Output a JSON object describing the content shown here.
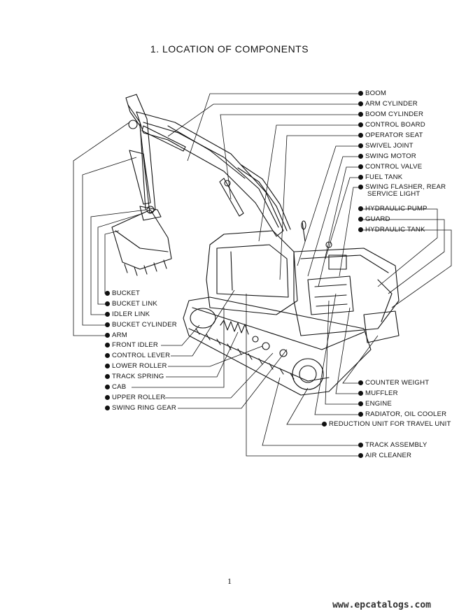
{
  "title": "1.   LOCATION OF COMPONENTS",
  "right_labels": [
    {
      "id": "boom",
      "text": "BOOM"
    },
    {
      "id": "arm-cylinder",
      "text": "ARM CYLINDER"
    },
    {
      "id": "boom-cylinder",
      "text": "BOOM CYLINDER"
    },
    {
      "id": "control-board",
      "text": "CONTROL BOARD"
    },
    {
      "id": "operator-seat",
      "text": "OPERATOR SEAT"
    },
    {
      "id": "swivel-joint",
      "text": "SWIVEL JOINT"
    },
    {
      "id": "swing-motor",
      "text": "SWING MOTOR"
    },
    {
      "id": "control-valve",
      "text": "CONTROL VALVE"
    },
    {
      "id": "fuel-tank",
      "text": "FUEL TANK"
    },
    {
      "id": "swing-flasher",
      "text": "SWING FLASHER, REAR",
      "text2": "SERVICE LIGHT"
    },
    {
      "id": "hydraulic-pump",
      "text": "HYDRAULIC PUMP"
    },
    {
      "id": "guard",
      "text": "GUARD"
    },
    {
      "id": "hydraulic-tank",
      "text": "HYDRAULIC TANK"
    }
  ],
  "left_labels": [
    {
      "id": "bucket",
      "text": "BUCKET"
    },
    {
      "id": "bucket-link",
      "text": "BUCKET LINK"
    },
    {
      "id": "idler-link",
      "text": "IDLER LINK"
    },
    {
      "id": "bucket-cylinder",
      "text": "BUCKET CYLINDER"
    },
    {
      "id": "arm",
      "text": "ARM"
    },
    {
      "id": "front-idler",
      "text": "FRONT IDLER"
    },
    {
      "id": "control-lever",
      "text": "CONTROL LEVER"
    },
    {
      "id": "lower-roller",
      "text": "LOWER ROLLER"
    },
    {
      "id": "track-spring",
      "text": "TRACK SPRING"
    },
    {
      "id": "cab",
      "text": "CAB"
    },
    {
      "id": "upper-roller",
      "text": "UPPER ROLLER"
    },
    {
      "id": "swing-ring-gear",
      "text": "SWING RING GEAR"
    }
  ],
  "bottom_right_labels": [
    {
      "id": "counter-weight",
      "text": "COUNTER WEIGHT"
    },
    {
      "id": "muffler",
      "text": "MUFFLER"
    },
    {
      "id": "engine",
      "text": "ENGINE"
    },
    {
      "id": "radiator",
      "text": "RADIATOR, OIL COOLER"
    },
    {
      "id": "reduction-unit",
      "text": "REDUCTION UNIT FOR TRAVEL UNIT"
    },
    {
      "id": "track-assembly",
      "text": "TRACK ASSEMBLY"
    },
    {
      "id": "air-cleaner",
      "text": "AIR CLEANER"
    }
  ],
  "page_number": "1",
  "watermark": "www.epcatalogs.com"
}
